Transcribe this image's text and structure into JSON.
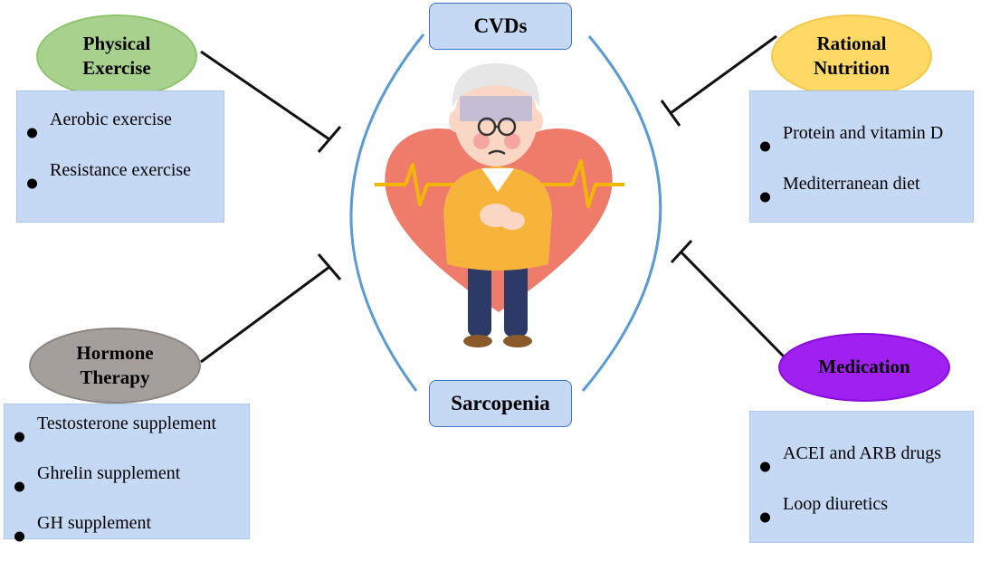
{
  "center": {
    "top_label": "CVDs",
    "bottom_label": "Sarcopenia"
  },
  "interventions": {
    "physical_exercise": {
      "title_line1": "Physical",
      "title_line2": "Exercise",
      "items": [
        "Aerobic exercise",
        "Resistance exercise"
      ]
    },
    "rational_nutrition": {
      "title_line1": "Rational",
      "title_line2": "Nutrition",
      "items": [
        "Protein and vitamin D",
        "Mediterranean diet"
      ]
    },
    "hormone_therapy": {
      "title_line1": "Hormone",
      "title_line2": "Therapy",
      "items": [
        "Testosterone supplement",
        "Ghrelin supplement",
        "GH supplement"
      ]
    },
    "medication": {
      "title": "Medication",
      "items": [
        "ACEI and ARB drugs",
        "Loop diuretics"
      ]
    }
  },
  "colors": {
    "physical_exercise": "#a9d18e",
    "rational_nutrition": "#ffd966",
    "hormone_therapy": "#a59f9c",
    "medication": "#a020f0",
    "info_box": "#c5d9f5",
    "arc": "#5b9bd5",
    "heart": "#ef7b6b",
    "pulse": "#f2b705"
  },
  "illustration": "elderly-man-with-heart-icon"
}
